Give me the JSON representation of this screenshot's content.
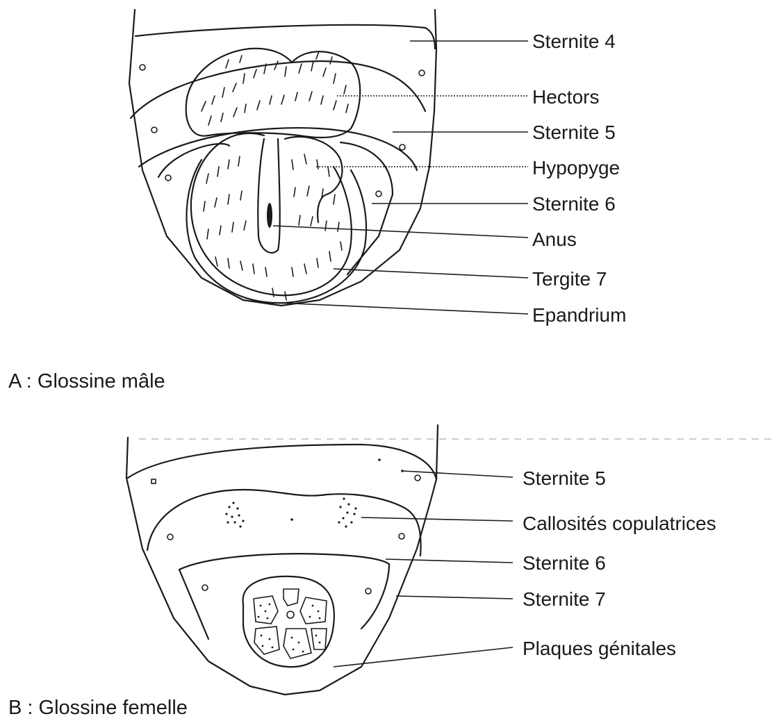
{
  "figure_a": {
    "caption": "A : Glossine mâle",
    "labels": [
      "Sternite 4",
      "Hectors",
      "Sternite 5",
      "Hypopyge",
      "Sternite 6",
      "Anus",
      "Tergite 7",
      "Epandrium"
    ]
  },
  "figure_b": {
    "caption": "B : Glossine femelle",
    "labels": [
      "Sternite 5",
      "Callosités copulatrices",
      "Sternite 6",
      "Sternite 7",
      "Plaques génitales"
    ]
  },
  "colors": {
    "ink": "#1a1a1a",
    "background": "#ffffff"
  }
}
